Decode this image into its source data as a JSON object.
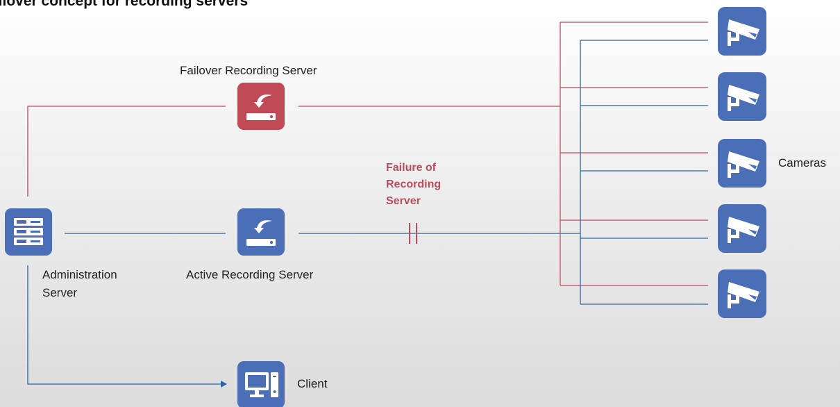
{
  "title": "ailover concept for recording servers",
  "nodes": {
    "failover_server": {
      "label": "Failover Recording Server"
    },
    "active_server": {
      "label": "Active Recording Server"
    },
    "admin_server": {
      "label_line1": "Administration",
      "label_line2": "Server"
    },
    "client": {
      "label": "Client"
    },
    "cameras": {
      "label": "Cameras",
      "count": 5
    }
  },
  "failure": {
    "line1": "Failure of",
    "line2": "Recording",
    "line3": "Server"
  },
  "colors": {
    "background_top": "#ffffff",
    "background_bottom": "#dcdcdc",
    "failover_line": "#bf4a5a",
    "active_line": "#2c64a8",
    "failover_icon": "#bf4a56",
    "blue_icon": "#4a6fb7",
    "failure_text": "#b84c5a"
  },
  "icons": {
    "failover_server": "server-download-icon",
    "active_server": "server-download-icon",
    "admin_server": "server-rack-icon",
    "client": "desktop-computer-icon",
    "camera": "security-camera-icon"
  }
}
